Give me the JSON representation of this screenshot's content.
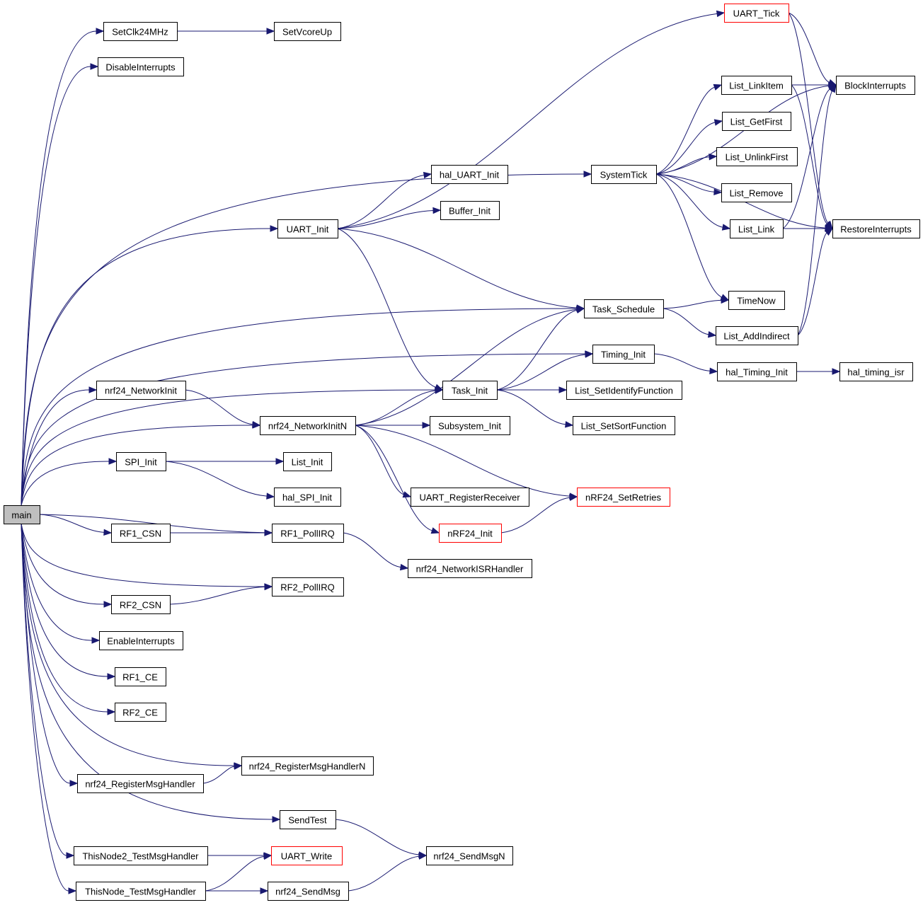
{
  "graph": {
    "type": "call-graph",
    "colors": {
      "edge": "#191970",
      "root_fill": "#bfbfbf",
      "external_border": "#ff0000",
      "node_border": "#000000"
    },
    "nodes": [
      {
        "id": "main",
        "label": "main",
        "kind": "root"
      },
      {
        "id": "SetClk24MHz",
        "label": "SetClk24MHz"
      },
      {
        "id": "SetVcoreUp",
        "label": "SetVcoreUp"
      },
      {
        "id": "DisableInterrupts",
        "label": "DisableInterrupts"
      },
      {
        "id": "UART_Tick",
        "label": "UART_Tick",
        "kind": "external"
      },
      {
        "id": "BlockInterrupts",
        "label": "BlockInterrupts"
      },
      {
        "id": "List_LinkItem",
        "label": "List_LinkItem"
      },
      {
        "id": "List_GetFirst",
        "label": "List_GetFirst"
      },
      {
        "id": "List_UnlinkFirst",
        "label": "List_UnlinkFirst"
      },
      {
        "id": "SystemTick",
        "label": "SystemTick"
      },
      {
        "id": "List_Remove",
        "label": "List_Remove"
      },
      {
        "id": "List_Link",
        "label": "List_Link"
      },
      {
        "id": "RestoreInterrupts",
        "label": "RestoreInterrupts"
      },
      {
        "id": "hal_UART_Init",
        "label": "hal_UART_Init"
      },
      {
        "id": "Buffer_Init",
        "label": "Buffer_Init"
      },
      {
        "id": "UART_Init",
        "label": "UART_Init"
      },
      {
        "id": "TimeNow",
        "label": "TimeNow"
      },
      {
        "id": "Task_Schedule",
        "label": "Task_Schedule"
      },
      {
        "id": "List_AddIndirect",
        "label": "List_AddIndirect"
      },
      {
        "id": "Timing_Init",
        "label": "Timing_Init"
      },
      {
        "id": "hal_Timing_Init",
        "label": "hal_Timing_Init"
      },
      {
        "id": "hal_timing_isr",
        "label": "hal_timing_isr"
      },
      {
        "id": "nrf24_NetworkInit",
        "label": "nrf24_NetworkInit"
      },
      {
        "id": "Task_Init",
        "label": "Task_Init"
      },
      {
        "id": "List_SetIdentifyFunction",
        "label": "List_SetIdentifyFunction"
      },
      {
        "id": "nrf24_NetworkInitN",
        "label": "nrf24_NetworkInitN"
      },
      {
        "id": "Subsystem_Init",
        "label": "Subsystem_Init"
      },
      {
        "id": "List_SetSortFunction",
        "label": "List_SetSortFunction"
      },
      {
        "id": "SPI_Init",
        "label": "SPI_Init"
      },
      {
        "id": "List_Init",
        "label": "List_Init"
      },
      {
        "id": "hal_SPI_Init",
        "label": "hal_SPI_Init"
      },
      {
        "id": "UART_RegisterReceiver",
        "label": "UART_RegisterReceiver"
      },
      {
        "id": "nRF24_SetRetries",
        "label": "nRF24_SetRetries",
        "kind": "external"
      },
      {
        "id": "RF1_CSN",
        "label": "RF1_CSN"
      },
      {
        "id": "RF1_PollIRQ",
        "label": "RF1_PollIRQ"
      },
      {
        "id": "nRF24_Init",
        "label": "nRF24_Init",
        "kind": "external"
      },
      {
        "id": "nrf24_NetworkISRHandler",
        "label": "nrf24_NetworkISRHandler"
      },
      {
        "id": "RF2_PollIRQ",
        "label": "RF2_PollIRQ"
      },
      {
        "id": "RF2_CSN",
        "label": "RF2_CSN"
      },
      {
        "id": "EnableInterrupts",
        "label": "EnableInterrupts"
      },
      {
        "id": "RF1_CE",
        "label": "RF1_CE"
      },
      {
        "id": "RF2_CE",
        "label": "RF2_CE"
      },
      {
        "id": "nrf24_RegisterMsgHandlerN",
        "label": "nrf24_RegisterMsgHandlerN"
      },
      {
        "id": "nrf24_RegisterMsgHandler",
        "label": "nrf24_RegisterMsgHandler"
      },
      {
        "id": "SendTest",
        "label": "SendTest"
      },
      {
        "id": "ThisNode2_TestMsgHandler",
        "label": "ThisNode2_TestMsgHandler"
      },
      {
        "id": "UART_Write",
        "label": "UART_Write",
        "kind": "external"
      },
      {
        "id": "nrf24_SendMsgN",
        "label": "nrf24_SendMsgN"
      },
      {
        "id": "ThisNode_TestMsgHandler",
        "label": "ThisNode_TestMsgHandler"
      },
      {
        "id": "nrf24_SendMsg",
        "label": "nrf24_SendMsg"
      }
    ],
    "edges": [
      [
        "main",
        "SetClk24MHz"
      ],
      [
        "SetClk24MHz",
        "SetVcoreUp"
      ],
      [
        "main",
        "DisableInterrupts"
      ],
      [
        "main",
        "SystemTick"
      ],
      [
        "main",
        "UART_Init"
      ],
      [
        "main",
        "Task_Schedule"
      ],
      [
        "main",
        "Timing_Init"
      ],
      [
        "main",
        "Task_Init"
      ],
      [
        "main",
        "nrf24_NetworkInit"
      ],
      [
        "main",
        "nrf24_NetworkInitN"
      ],
      [
        "main",
        "SPI_Init"
      ],
      [
        "main",
        "RF1_PollIRQ"
      ],
      [
        "main",
        "RF1_CSN"
      ],
      [
        "main",
        "RF2_PollIRQ"
      ],
      [
        "main",
        "RF2_CSN"
      ],
      [
        "main",
        "EnableInterrupts"
      ],
      [
        "main",
        "RF1_CE"
      ],
      [
        "main",
        "RF2_CE"
      ],
      [
        "main",
        "nrf24_RegisterMsgHandlerN"
      ],
      [
        "main",
        "nrf24_RegisterMsgHandler"
      ],
      [
        "main",
        "SendTest"
      ],
      [
        "main",
        "ThisNode2_TestMsgHandler"
      ],
      [
        "main",
        "ThisNode_TestMsgHandler"
      ],
      [
        "UART_Init",
        "UART_Tick"
      ],
      [
        "UART_Init",
        "hal_UART_Init"
      ],
      [
        "UART_Init",
        "Buffer_Init"
      ],
      [
        "UART_Init",
        "Task_Schedule"
      ],
      [
        "UART_Init",
        "Task_Init"
      ],
      [
        "UART_Tick",
        "BlockInterrupts"
      ],
      [
        "UART_Tick",
        "RestoreInterrupts"
      ],
      [
        "SystemTick",
        "BlockInterrupts"
      ],
      [
        "SystemTick",
        "List_LinkItem"
      ],
      [
        "SystemTick",
        "List_GetFirst"
      ],
      [
        "SystemTick",
        "List_UnlinkFirst"
      ],
      [
        "SystemTick",
        "List_Remove"
      ],
      [
        "SystemTick",
        "List_Link"
      ],
      [
        "SystemTick",
        "RestoreInterrupts"
      ],
      [
        "SystemTick",
        "TimeNow"
      ],
      [
        "List_LinkItem",
        "BlockInterrupts"
      ],
      [
        "List_LinkItem",
        "RestoreInterrupts"
      ],
      [
        "List_Link",
        "BlockInterrupts"
      ],
      [
        "List_Link",
        "RestoreInterrupts"
      ],
      [
        "Task_Schedule",
        "TimeNow"
      ],
      [
        "Task_Schedule",
        "List_AddIndirect"
      ],
      [
        "List_AddIndirect",
        "BlockInterrupts"
      ],
      [
        "List_AddIndirect",
        "RestoreInterrupts"
      ],
      [
        "Timing_Init",
        "hal_Timing_Init"
      ],
      [
        "hal_Timing_Init",
        "hal_timing_isr"
      ],
      [
        "Task_Init",
        "Task_Schedule"
      ],
      [
        "Task_Init",
        "Timing_Init"
      ],
      [
        "Task_Init",
        "List_SetIdentifyFunction"
      ],
      [
        "Task_Init",
        "List_SetSortFunction"
      ],
      [
        "nrf24_NetworkInit",
        "nrf24_NetworkInitN"
      ],
      [
        "nrf24_NetworkInitN",
        "Task_Schedule"
      ],
      [
        "nrf24_NetworkInitN",
        "Task_Init"
      ],
      [
        "nrf24_NetworkInitN",
        "Subsystem_Init"
      ],
      [
        "nrf24_NetworkInitN",
        "UART_RegisterReceiver"
      ],
      [
        "nrf24_NetworkInitN",
        "nRF24_SetRetries"
      ],
      [
        "nrf24_NetworkInitN",
        "nRF24_Init"
      ],
      [
        "nRF24_Init",
        "nRF24_SetRetries"
      ],
      [
        "SPI_Init",
        "List_Init"
      ],
      [
        "SPI_Init",
        "hal_SPI_Init"
      ],
      [
        "RF1_CSN",
        "RF1_PollIRQ"
      ],
      [
        "RF1_PollIRQ",
        "nrf24_NetworkISRHandler"
      ],
      [
        "RF2_CSN",
        "RF2_PollIRQ"
      ],
      [
        "nrf24_RegisterMsgHandler",
        "nrf24_RegisterMsgHandlerN"
      ],
      [
        "SendTest",
        "nrf24_SendMsgN"
      ],
      [
        "ThisNode2_TestMsgHandler",
        "UART_Write"
      ],
      [
        "ThisNode_TestMsgHandler",
        "UART_Write"
      ],
      [
        "ThisNode_TestMsgHandler",
        "nrf24_SendMsg"
      ],
      [
        "nrf24_SendMsg",
        "nrf24_SendMsgN"
      ]
    ]
  }
}
